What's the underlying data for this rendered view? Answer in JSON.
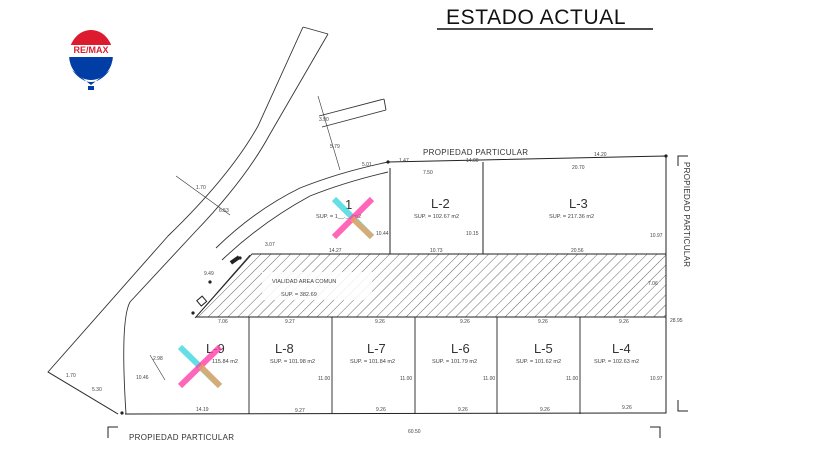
{
  "title": "ESTADO ACTUAL",
  "logo": {
    "text": "RE/MAX",
    "colors": {
      "red": "#dc1c2e",
      "blue": "#003da5",
      "white": "#ffffff"
    }
  },
  "property_labels": {
    "top": "PROPIEDAD PARTICULAR",
    "right": "PROPIEDAD PARTICULAR",
    "bottom": "PROPIEDAD PARTICULAR"
  },
  "common_area": {
    "label": "VIALIDAD AREA COMUN",
    "area": "SUP. = 382.69"
  },
  "lots": [
    {
      "id": "L-1",
      "label": "1",
      "area": "SUP. = 1__.__ m2"
    },
    {
      "id": "L-2",
      "label": "L-2",
      "area": "SUP. = 102.67 m2"
    },
    {
      "id": "L-3",
      "label": "L-3",
      "area": "SUP. = 217.36 m2"
    },
    {
      "id": "L-4",
      "label": "L-4",
      "area": "SUP. = 102.63 m2"
    },
    {
      "id": "L-5",
      "label": "L-5",
      "area": "SUP. = 101.62 m2"
    },
    {
      "id": "L-6",
      "label": "L-6",
      "area": "SUP. = 101.79 m2"
    },
    {
      "id": "L-7",
      "label": "L-7",
      "area": "SUP. = 101.84 m2"
    },
    {
      "id": "L-8",
      "label": "L-8",
      "area": "SUP. = 101.98 m2"
    },
    {
      "id": "L-9",
      "label": "L-9",
      "area": "115.84 m2"
    }
  ],
  "dimensions": {
    "top_row": [
      "7.50",
      "14.00",
      "20.70",
      "14.20",
      "1.47"
    ],
    "mid_row": [
      "14.27",
      "10.44",
      "10.15",
      "10.73",
      "10.97",
      "20.56"
    ],
    "bottom_row_top": [
      "7.06",
      "9.27",
      "9.26",
      "9.26",
      "9.26",
      "9.26",
      "28.95"
    ],
    "bottom_row_bottom": [
      "14.19",
      "9.27",
      "9.26",
      "9.26",
      "9.26",
      "9.26"
    ],
    "lot_heights": [
      "11.00",
      "11.00",
      "11.00",
      "11.00",
      "10.97"
    ],
    "road": [
      "1.70",
      "5.79",
      "1.70",
      "5.30",
      "6.53",
      "10.46",
      "3.07",
      "7.06"
    ],
    "total_bottom": "60.50",
    "misc": [
      "3.90",
      "5.01",
      "9.49",
      "2.98"
    ]
  },
  "watermark_colors": [
    "#ff3fa8",
    "#3fd8e0",
    "#f0a060"
  ]
}
